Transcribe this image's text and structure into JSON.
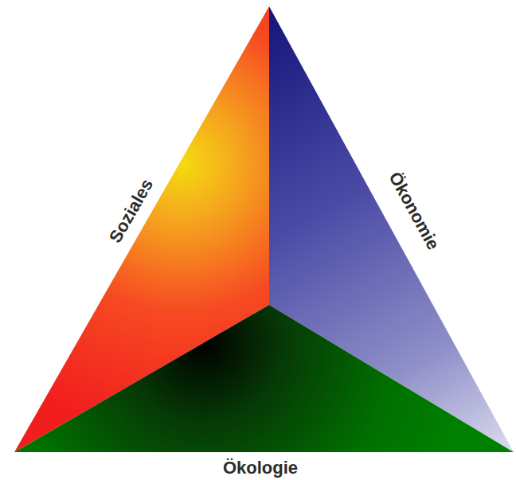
{
  "diagram": {
    "labels": [
      "Soziales",
      "Ökonomie",
      "Ökologie"
    ]
  }
}
